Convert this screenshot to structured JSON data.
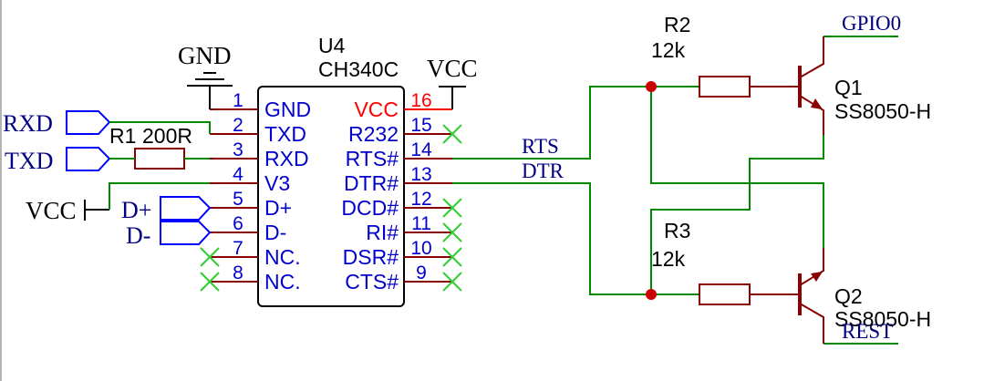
{
  "chip": {
    "designator": "U4",
    "part": "CH340C",
    "left_pins": [
      {
        "number": "1",
        "name": "GND"
      },
      {
        "number": "2",
        "name": "TXD"
      },
      {
        "number": "3",
        "name": "RXD"
      },
      {
        "number": "4",
        "name": "V3"
      },
      {
        "number": "5",
        "name": "D+"
      },
      {
        "number": "6",
        "name": "D-"
      },
      {
        "number": "7",
        "name": "NC."
      },
      {
        "number": "8",
        "name": "NC."
      }
    ],
    "right_pins": [
      {
        "number": "16",
        "name": "VCC"
      },
      {
        "number": "15",
        "name": "R232"
      },
      {
        "number": "14",
        "name": "RTS#"
      },
      {
        "number": "13",
        "name": "DTR#"
      },
      {
        "number": "12",
        "name": "DCD#"
      },
      {
        "number": "11",
        "name": "RI#"
      },
      {
        "number": "10",
        "name": "DSR#"
      },
      {
        "number": "9",
        "name": "CTS#"
      }
    ]
  },
  "power": {
    "gnd": "GND",
    "vcc_top": "VCC",
    "vcc_left": "VCC"
  },
  "ports": {
    "rxd": "RXD",
    "txd": "TXD",
    "d_plus": "D+",
    "d_minus": "D-"
  },
  "net_labels": {
    "rts": "RTS",
    "dtr": "DTR",
    "gpio0": "GPIO0",
    "rest": "REST"
  },
  "resistors": {
    "r1": {
      "designator": "R1",
      "value": "200R"
    },
    "r2": {
      "designator": "R2",
      "value": "12k"
    },
    "r3": {
      "designator": "R3",
      "value": "12k"
    }
  },
  "transistors": {
    "q1": {
      "designator": "Q1",
      "part": "SS8050-H"
    },
    "q2": {
      "designator": "Q2",
      "part": "SS8050-H"
    }
  },
  "colors": {
    "wire": "#008800",
    "pin": "#880000",
    "power_pin": "#ff0000",
    "junction": "#cc0000",
    "no_connect": "#33cc33",
    "port": "#0000ff",
    "pin_text": "#0000cc",
    "net_label": "#000080"
  }
}
